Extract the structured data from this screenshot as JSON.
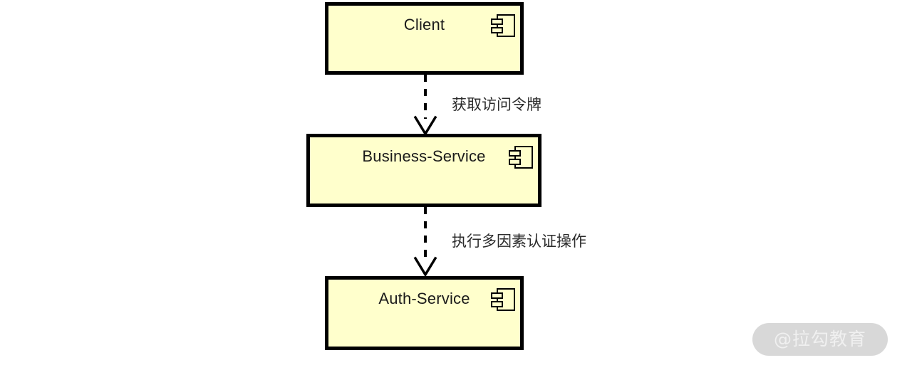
{
  "diagram": {
    "type": "uml-component-diagram",
    "background_color": "#ffffff",
    "component_fill": "#ffffcc",
    "component_stroke": "#000000",
    "components": [
      {
        "id": "client",
        "label": "Client",
        "icon": "uml-component-icon"
      },
      {
        "id": "business",
        "label": "Business-Service",
        "icon": "uml-component-icon"
      },
      {
        "id": "auth",
        "label": "Auth-Service",
        "icon": "uml-component-icon"
      }
    ],
    "dependencies": [
      {
        "id": "client-to-business",
        "from": "Client",
        "to": "Business-Service",
        "label": "获取访问令牌",
        "style": "dashed",
        "arrowhead": "open"
      },
      {
        "id": "business-to-auth",
        "from": "Business-Service",
        "to": "Auth-Service",
        "label": "执行多因素认证操作",
        "style": "dashed",
        "arrowhead": "open"
      }
    ]
  },
  "watermark": {
    "text": "@拉勾教育",
    "pill_color": "#d8d8d8",
    "text_color": "#f0f0f0"
  }
}
